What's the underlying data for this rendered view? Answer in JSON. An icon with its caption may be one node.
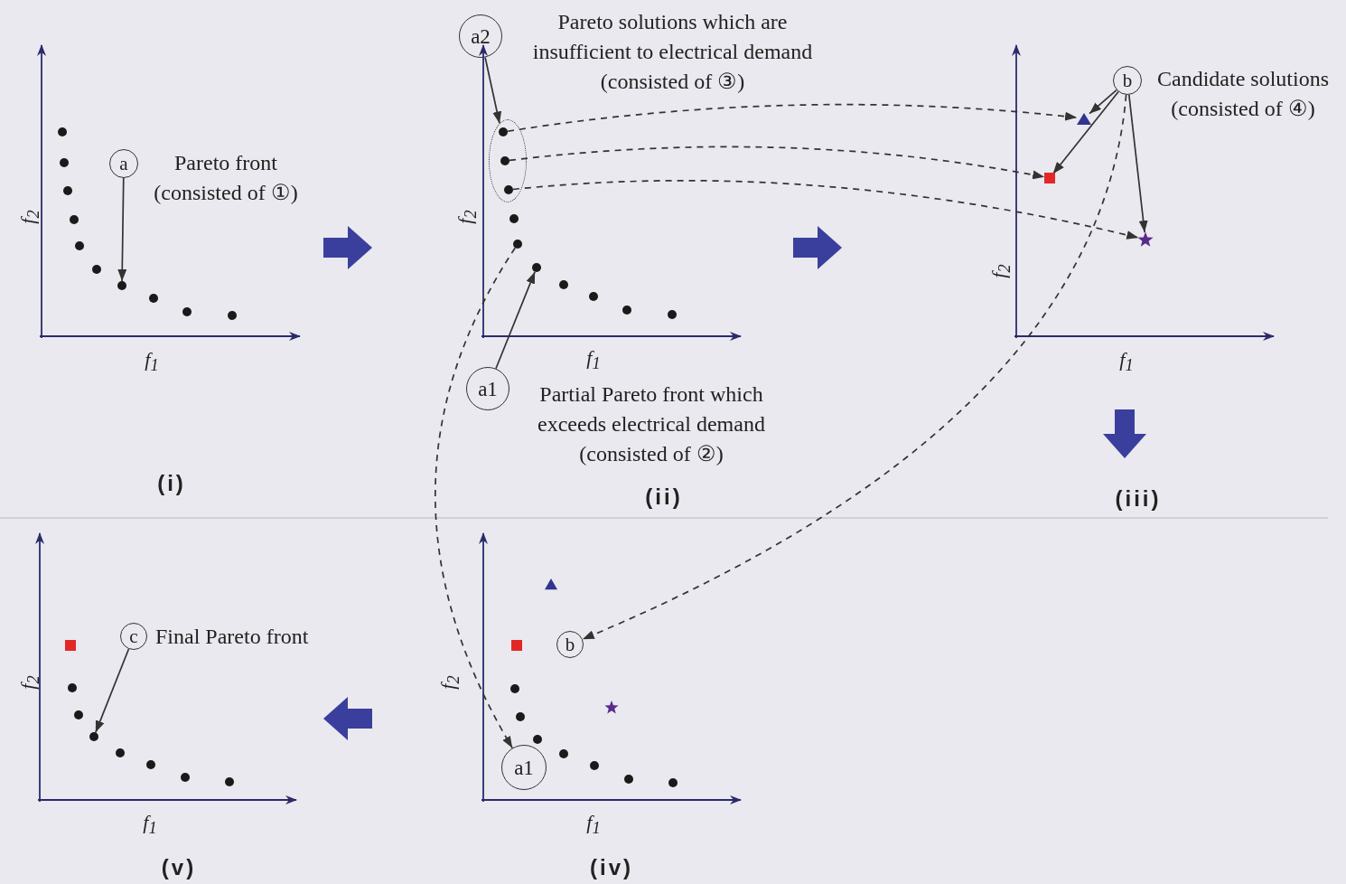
{
  "diagram": {
    "nodes": [
      {
        "text": [
          "a"
        ],
        "beside": [
          "Pareto front (consisted of ①)"
        ]
      },
      {
        "text": [],
        "shape": "circle"
      },
      {
        "text": [
          "a2"
        ],
        "beside": [
          "Pareto solutions which are insufficient to electrical demand (consisted of ③)"
        ]
      },
      {
        "text": [],
        "shape": "ellipse"
      },
      {
        "text": [],
        "shape": "circle",
        "in": 3
      },
      {
        "text": [],
        "shape": "circle",
        "in": 3
      },
      {
        "text": [],
        "shape": "circle",
        "in": 3
      },
      {
        "text": [
          "a1"
        ],
        "beside": [
          "Partial Pareto front which exceeds electrical demand (consisted of ②)"
        ]
      },
      {
        "text": [],
        "shape": "circle"
      },
      {
        "text": [],
        "shape": "circle"
      },
      {
        "text": [
          "b"
        ],
        "beside": [
          "Candidate solutions (consisted of ④)"
        ]
      },
      {
        "text": [],
        "shape": "triangle"
      },
      {
        "text": [],
        "shape": "box"
      },
      {
        "text": [],
        "shape": "star"
      },
      {
        "text": [
          "b"
        ]
      },
      {
        "text": [
          "a1"
        ]
      },
      {
        "text": [
          "c"
        ],
        "beside": [
          "Final Pareto front"
        ]
      },
      {
        "text": [],
        "shape": "circle"
      }
    ],
    "edges": [
      {
        "from": 0,
        "to": 1,
        "arrow": "to"
      },
      {
        "from": 2,
        "to": 3,
        "arrow": "to"
      },
      {
        "from": 4,
        "to": 11,
        "arrow": "to",
        "style": "dashed"
      },
      {
        "from": 5,
        "to": 12,
        "arrow": "to",
        "style": "dashed"
      },
      {
        "from": 6,
        "to": 13,
        "arrow": "to",
        "style": "dashed"
      },
      {
        "from": 7,
        "to": 8,
        "arrow": "to"
      },
      {
        "from": 10,
        "to": 11,
        "arrow": "to"
      },
      {
        "from": 10,
        "to": 12,
        "arrow": "to"
      },
      {
        "from": 10,
        "to": 13,
        "arrow": "to"
      },
      {
        "from": 10,
        "to": 14,
        "arrow": "to",
        "style": "dashed"
      },
      {
        "from": 9,
        "to": 15,
        "arrow": "to",
        "style": "dashed"
      },
      {
        "from": 16,
        "to": 17,
        "arrow": "to"
      }
    ],
    "labels": [
      "f$_{2}$",
      "f$_{1}$",
      "(i)",
      "f$_{2}$",
      "f$_{1}$",
      "(ii)",
      "f$_{2}$",
      "f$_{1}$",
      "(iii)",
      "f$_{2}$",
      "f$_{1}$",
      "(v)",
      "f$_{2}$",
      "f$_{1}$",
      "(iv)"
    ]
  }
}
